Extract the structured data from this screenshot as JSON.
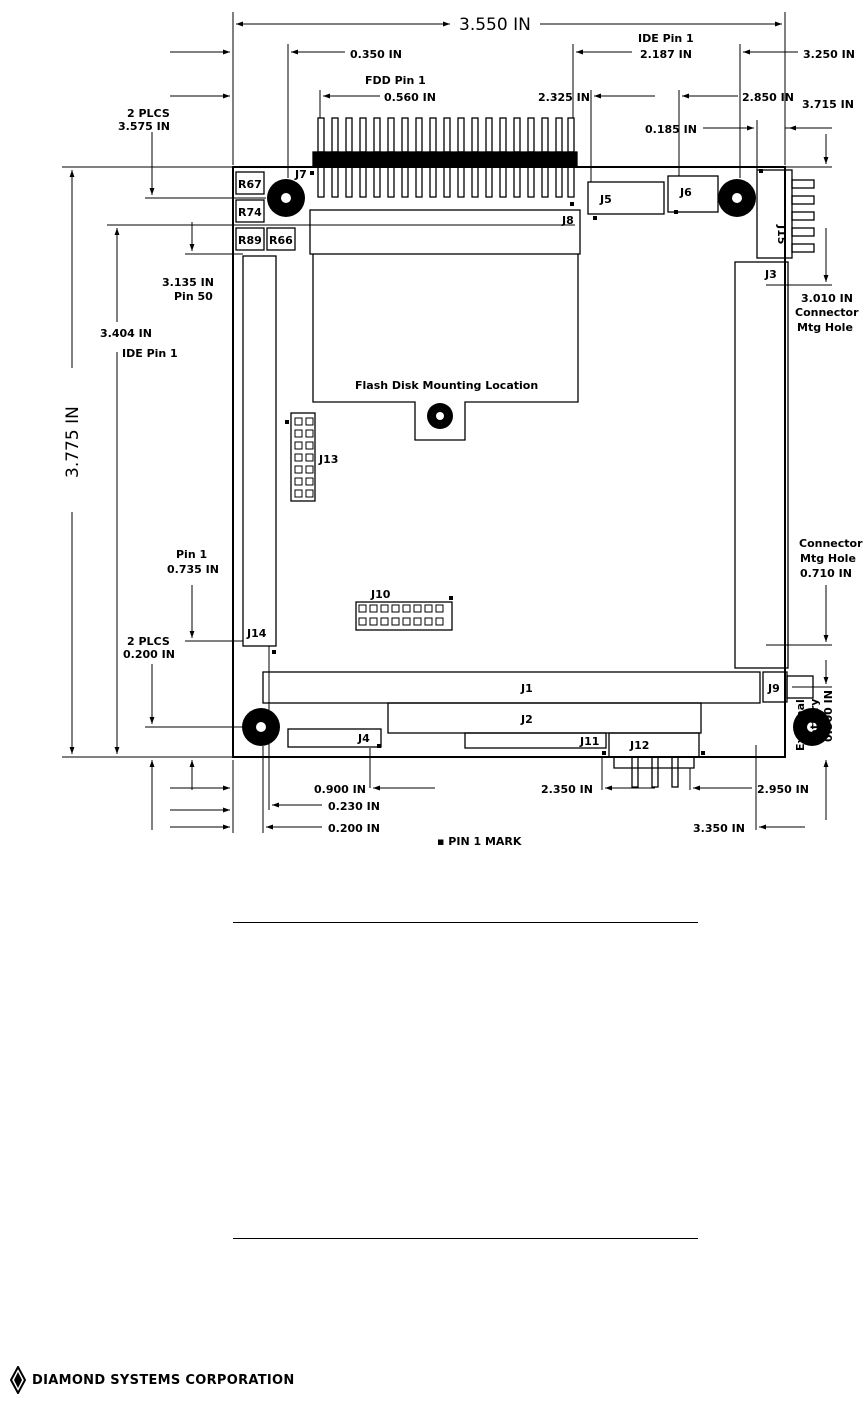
{
  "dimensions": {
    "overall_width": "3.550 IN",
    "overall_height": "3.775 IN",
    "j7_x": "0.350 IN",
    "fdd_pin1_label": "FDD Pin 1",
    "fdd_pin1_x": "0.560 IN",
    "ide_pin1_top_label": "IDE Pin 1",
    "ide_pin1_top_x": "2.187 IN",
    "j5_x": "2.325 IN",
    "right_hole_x": "3.250 IN",
    "j6_x": "2.850 IN",
    "j15_x": "3.715 IN",
    "j3_offset": "0.185 IN",
    "top_holes_plcs": "2 PLCS",
    "top_holes_y": "3.575 IN",
    "pin50_y": "3.135 IN",
    "pin50_label": "Pin 50",
    "ide_pin1_y": "3.404 IN",
    "ide_pin1_label": "IDE Pin 1",
    "j15_hole_y": "3.010 IN",
    "j15_hole_label_1": "Connector",
    "j15_hole_label_2": "Mtg Hole",
    "j3_hole_label_1": "Connector",
    "j3_hole_label_2": "Mtg Hole",
    "j3_hole_y": "0.710 IN",
    "j14_pin1_label": "Pin 1",
    "j14_pin1_y": "0.735 IN",
    "bottom_holes_plcs": "2 PLCS",
    "bottom_holes_y": "0.200 IN",
    "battery_label_1": "External",
    "battery_label_2": "Battery",
    "battery_y": "0.500 IN",
    "j4_x": "0.900 IN",
    "j14_x": "0.230 IN",
    "hole_x": "0.200 IN",
    "j11_x": "2.350 IN",
    "j12_x": "2.950 IN",
    "right_bottom_hole_x": "3.350 IN",
    "pin1_mark_legend": "▪ PIN 1 MARK"
  },
  "components": {
    "r67": "R67",
    "r74": "R74",
    "r89": "R89",
    "r66": "R66",
    "j7": "J7",
    "j8": "J8",
    "j5": "J5",
    "j6": "J6",
    "j15": "J15",
    "j3": "J3",
    "j13": "J13",
    "j10": "J10",
    "j14": "J14",
    "j1": "J1",
    "j2": "J2",
    "j4": "J4",
    "j11": "J11",
    "j12": "J12",
    "j9": "J9",
    "flash_label": "Flash Disk Mounting Location"
  },
  "footer": {
    "company": "DIAMOND SYSTEMS CORPORATION",
    "logo_icon": "diamond-logo-icon"
  }
}
